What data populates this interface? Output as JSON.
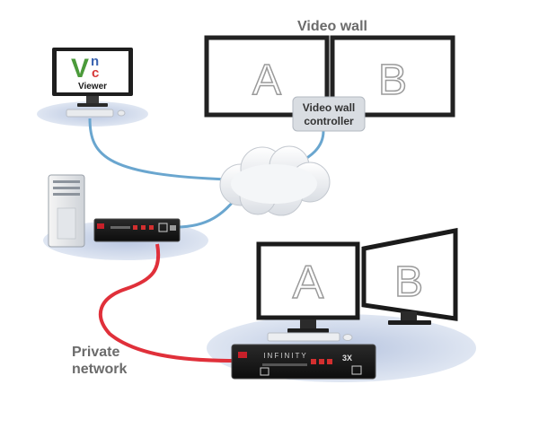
{
  "labels": {
    "video_wall": "Video wall",
    "controller_line1": "Video wall",
    "controller_line2": "controller",
    "private_line1": "Private",
    "private_line2": "network"
  },
  "vnc": {
    "logo_v": "V",
    "logo_n": "n",
    "logo_c": "c",
    "viewer": "Viewer"
  },
  "screens": {
    "wall_left": "A",
    "wall_right": "B",
    "desk_left": "A",
    "desk_right": "B"
  },
  "devices": {
    "brand": "INFINITY",
    "model": "3X"
  },
  "colors": {
    "ethernet_blue": "#6aa6cf",
    "private_red": "#e0303a",
    "screen_border": "#222222",
    "shadow_ellipse": "#c8d3e6"
  }
}
